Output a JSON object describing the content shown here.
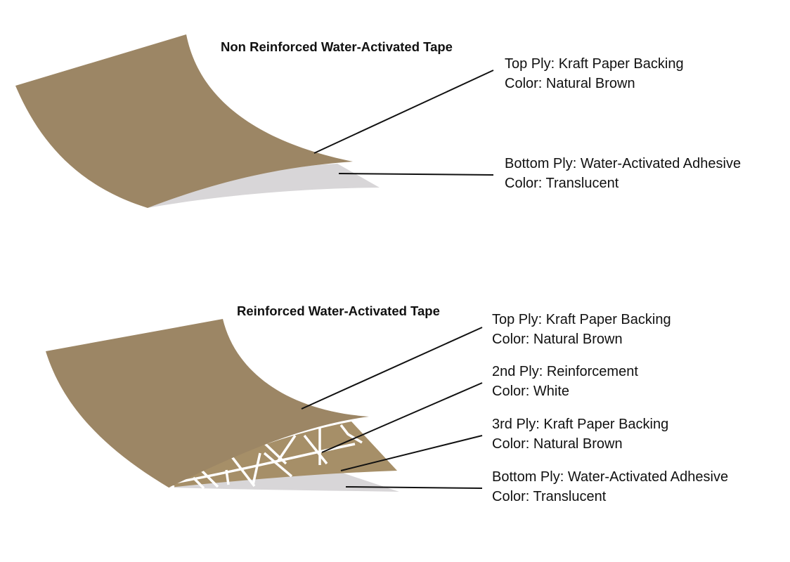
{
  "colors": {
    "kraft": "#9c8665",
    "kraft_inner": "#a68f68",
    "adhesive": "#d8d6d8",
    "reinforcement": "#ffffff",
    "leader": "#111111"
  },
  "non_reinforced": {
    "title": "Non Reinforced Water-Activated Tape",
    "labels": [
      {
        "line1": "Top Ply: Kraft Paper Backing",
        "line2": "Color: Natural Brown"
      },
      {
        "line1": "Bottom Ply: Water-Activated Adhesive",
        "line2": "Color: Translucent"
      }
    ]
  },
  "reinforced": {
    "title": "Reinforced Water-Activated Tape",
    "labels": [
      {
        "line1": "Top Ply: Kraft Paper Backing",
        "line2": "Color: Natural Brown"
      },
      {
        "line1": "2nd Ply: Reinforcement",
        "line2": "Color: White"
      },
      {
        "line1": "3rd Ply: Kraft Paper Backing",
        "line2": "Color: Natural Brown"
      },
      {
        "line1": "Bottom Ply: Water-Activated Adhesive",
        "line2": "Color: Translucent"
      }
    ]
  }
}
